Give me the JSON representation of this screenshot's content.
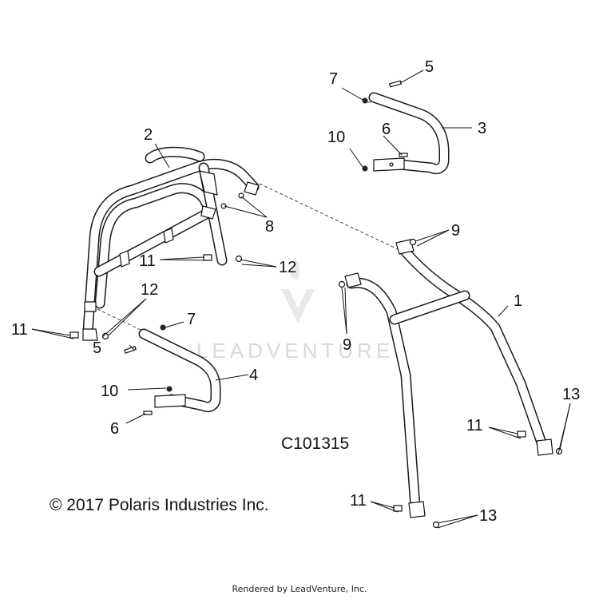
{
  "watermark": {
    "text": "LEADVENTURE"
  },
  "diagram_code": "C101315",
  "copyright": "© 2017 Polaris Industries Inc.",
  "footer": "Rendered by LeadVenture, Inc.",
  "callouts": {
    "c1": "1",
    "c2": "2",
    "c3": "3",
    "c4": "4",
    "c5a": "5",
    "c5b": "5",
    "c6a": "6",
    "c6b": "6",
    "c7a": "7",
    "c7b": "7",
    "c8": "8",
    "c9a": "9",
    "c9b": "9",
    "c10a": "10",
    "c10b": "10",
    "c11a": "11",
    "c11b": "11",
    "c11c": "11",
    "c11d": "11",
    "c12a": "12",
    "c12b": "12",
    "c13a": "13",
    "c13b": "13"
  }
}
